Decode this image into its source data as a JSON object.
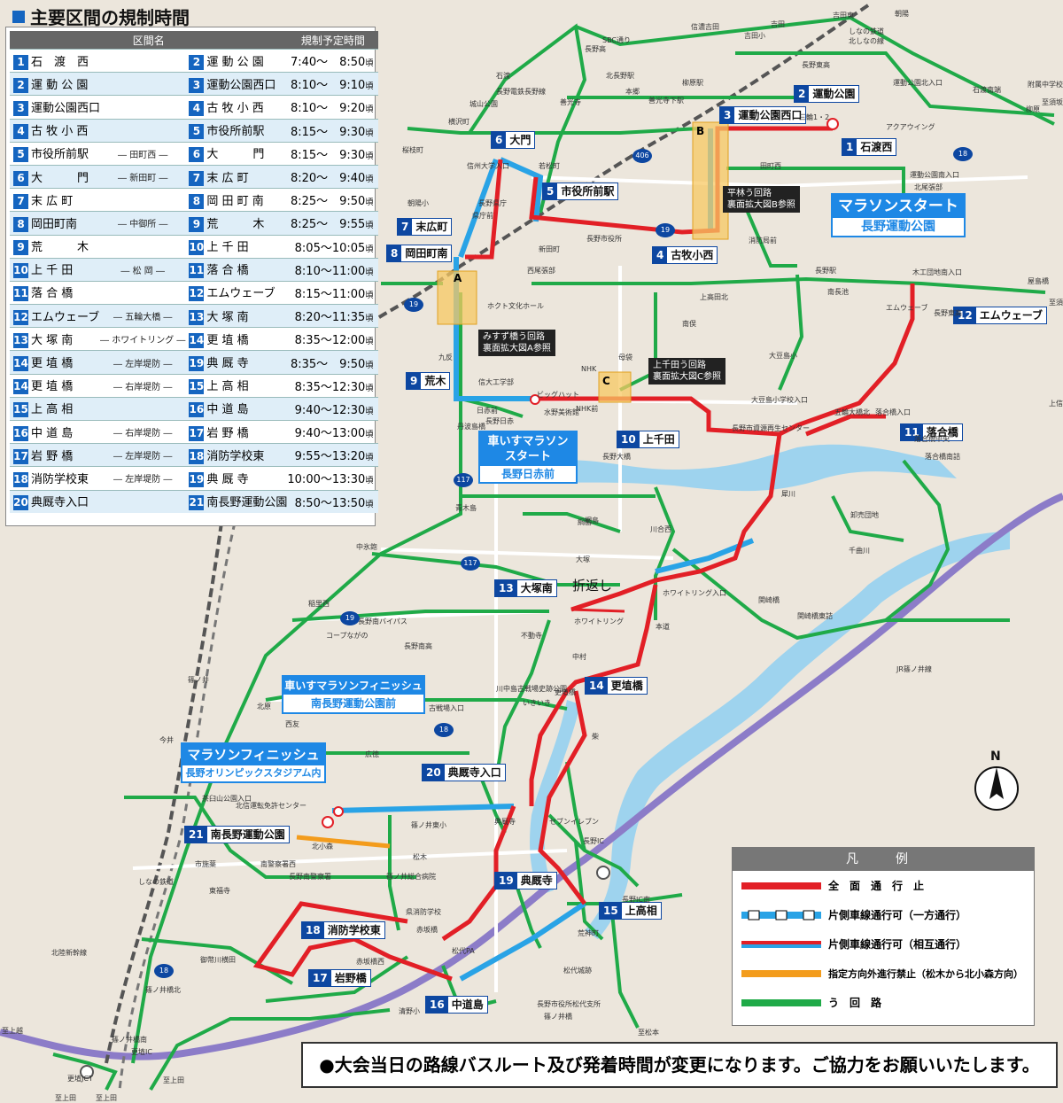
{
  "title": "主要区間の規制時間",
  "table": {
    "headers": [
      "区間名",
      "規制予定時間"
    ],
    "rows": [
      {
        "from_no": "1",
        "from": "石　渡　西",
        "via": "",
        "to_no": "2",
        "to": "運 動 公 園",
        "time": "7:40～　8:50",
        "unit": "頃"
      },
      {
        "from_no": "2",
        "from": "運 動 公 園",
        "via": "",
        "to_no": "3",
        "to": "運動公園西口",
        "time": "8:10～　9:10",
        "unit": "頃"
      },
      {
        "from_no": "3",
        "from": "運動公園西口",
        "via": "",
        "to_no": "4",
        "to": "古 牧 小 西",
        "time": "8:10～　9:20",
        "unit": "頃"
      },
      {
        "from_no": "4",
        "from": "古 牧 小 西",
        "via": "",
        "to_no": "5",
        "to": "市役所前駅",
        "time": "8:15～　9:30",
        "unit": "頃"
      },
      {
        "from_no": "5",
        "from": "市役所前駅",
        "via": "― 田町西 ―",
        "to_no": "6",
        "to": "大　　　門",
        "time": "8:15～　9:30",
        "unit": "頃"
      },
      {
        "from_no": "6",
        "from": "大　　　門",
        "via": "― 新田町 ―",
        "to_no": "7",
        "to": "末 広 町",
        "time": "8:20～　9:40",
        "unit": "頃"
      },
      {
        "from_no": "7",
        "from": "末 広 町",
        "via": "",
        "to_no": "8",
        "to": "岡 田 町 南",
        "time": "8:25～　9:50",
        "unit": "頃"
      },
      {
        "from_no": "8",
        "from": "岡田町南",
        "via": "― 中御所 ―",
        "to_no": "9",
        "to": "荒　　　木",
        "time": "8:25～　9:55",
        "unit": "頃"
      },
      {
        "from_no": "9",
        "from": "荒　　　木",
        "via": "",
        "to_no": "10",
        "to": "上 千 田",
        "time": "8:05～10:05",
        "unit": "頃"
      },
      {
        "from_no": "10",
        "from": "上 千 田",
        "via": "― 松 岡 ―",
        "to_no": "11",
        "to": "落 合 橋",
        "time": "8:10～11:00",
        "unit": "頃"
      },
      {
        "from_no": "11",
        "from": "落 合 橋",
        "via": "",
        "to_no": "12",
        "to": "エムウェーブ",
        "time": "8:15～11:00",
        "unit": "頃"
      },
      {
        "from_no": "12",
        "from": "エムウェーブ",
        "via": "― 五輪大橋 ―",
        "to_no": "13",
        "to": "大 塚 南",
        "time": "8:20～11:35",
        "unit": "頃"
      },
      {
        "from_no": "13",
        "from": "大 塚 南",
        "via": "― ホワイトリング ―",
        "to_no": "14",
        "to": "更 埴 橋",
        "time": "8:35～12:00",
        "unit": "頃"
      },
      {
        "from_no": "14",
        "from": "更 埴 橋",
        "via": "― 左岸堤防 ―",
        "to_no": "19",
        "to": "典 厩 寺",
        "time": "8:35～　9:50",
        "unit": "頃"
      },
      {
        "from_no": "14",
        "from": "更 埴 橋",
        "via": "― 右岸堤防 ―",
        "to_no": "15",
        "to": "上 高 相",
        "time": "8:35～12:30",
        "unit": "頃"
      },
      {
        "from_no": "15",
        "from": "上 高 相",
        "via": "",
        "to_no": "16",
        "to": "中 道 島",
        "time": "9:40～12:30",
        "unit": "頃"
      },
      {
        "from_no": "16",
        "from": "中 道 島",
        "via": "― 右岸堤防 ―",
        "to_no": "17",
        "to": "岩 野 橋",
        "time": "9:40～13:00",
        "unit": "頃"
      },
      {
        "from_no": "17",
        "from": "岩 野 橋",
        "via": "― 左岸堤防 ―",
        "to_no": "18",
        "to": "消防学校東",
        "time": "9:55～13:20",
        "unit": "頃"
      },
      {
        "from_no": "18",
        "from": "消防学校東",
        "via": "― 左岸堤防 ―",
        "to_no": "19",
        "to": "典 厩 寺",
        "time": "10:00～13:30",
        "unit": "頃"
      },
      {
        "from_no": "20",
        "from": "典厩寺入口",
        "via": "",
        "to_no": "21",
        "to": "南長野運動公園",
        "time": "8:50～13:50",
        "unit": "頃"
      }
    ]
  },
  "points": [
    {
      "no": "1",
      "name": "石渡西"
    },
    {
      "no": "2",
      "name": "運動公園"
    },
    {
      "no": "3",
      "name": "運動公園西口"
    },
    {
      "no": "4",
      "name": "古牧小西"
    },
    {
      "no": "5",
      "name": "市役所前駅"
    },
    {
      "no": "6",
      "name": "大門"
    },
    {
      "no": "7",
      "name": "末広町"
    },
    {
      "no": "8",
      "name": "岡田町南"
    },
    {
      "no": "9",
      "name": "荒木"
    },
    {
      "no": "10",
      "name": "上千田"
    },
    {
      "no": "11",
      "name": "落合橋"
    },
    {
      "no": "12",
      "name": "エムウェーブ"
    },
    {
      "no": "13",
      "name": "大塚南"
    },
    {
      "no": "14",
      "name": "更埴橋"
    },
    {
      "no": "15",
      "name": "上高相"
    },
    {
      "no": "16",
      "name": "中道島"
    },
    {
      "no": "17",
      "name": "岩野橋"
    },
    {
      "no": "18",
      "name": "消防学校東"
    },
    {
      "no": "19",
      "name": "典厩寺"
    },
    {
      "no": "20",
      "name": "典厩寺入口"
    },
    {
      "no": "21",
      "name": "南長野運動公園"
    }
  ],
  "callouts": {
    "marathon_start": {
      "title": "マラソンスタート",
      "sub": "長野運動公園"
    },
    "wheelchair_start": {
      "title": "車いすマラソン\nスタート",
      "sub": "長野日赤前"
    },
    "wheelchair_finish": {
      "title": "車いすマラソンフィニッシュ",
      "sub": "南長野運動公園前"
    },
    "marathon_finish": {
      "title": "マラソンフィニッシュ",
      "sub": "長野オリンピックスタジアム内"
    },
    "detour_a": "みすず橋う回路\n裏面拡大図A参照",
    "detour_b": "平林う回路\n裏面拡大図B参照",
    "detour_c": "上千田う回路\n裏面拡大図C参照",
    "turn": "折返し"
  },
  "place_labels": [
    "長野高",
    "SBC通り",
    "信濃吉田",
    "吉田小",
    "吉田",
    "朝陽",
    "吉田東",
    "しなの鉄道\n北しなの線",
    "長野東高",
    "運動公園北入口",
    "石渡南端",
    "附属中学校",
    "柳原",
    "柳原駅",
    "北長野駅",
    "本郷",
    "長野電鉄長野線",
    "善光寺",
    "善光寺下駅",
    "三輪1・2",
    "アクアウイング",
    "石渡",
    "城山公園",
    "横沢町",
    "桜枝町",
    "信州大学入口",
    "若松町",
    "田町西",
    "運動公園南入口",
    "北尾張部",
    "木工団地入口",
    "朝陽小",
    "長野県庁",
    "県庁前",
    "新田町",
    "長野市役所",
    "消防局前",
    "西尾張部",
    "長野駅",
    "南長池",
    "木工団地南入口",
    "エムウェーブ",
    "長野東高",
    "屋島橋",
    "ホクト文化ホール",
    "上高田北",
    "南俣",
    "九反",
    "NHK",
    "母袋",
    "大豆島小",
    "信大工学部",
    "ビッグハット",
    "日赤前",
    "長野日赤",
    "水野美術館",
    "NHK前",
    "大豆島小学校入口",
    "五輪大橋北",
    "落合橋入口",
    "長野市資源再生センター",
    "落合橋中央",
    "落合橋南詰",
    "卸売団地",
    "丹波島橋",
    "青木島",
    "網島",
    "長野大橋",
    "犀川",
    "川合西",
    "千曲川",
    "中氷鉋",
    "大塚",
    "綱島",
    "ホワイトリング入口",
    "ホワイトリング",
    "本道",
    "関崎橋",
    "関崎橋東詰",
    "稲里西",
    "長野南バイパス",
    "コープながの",
    "長野南高",
    "不動寺",
    "中村",
    "更埴橋",
    "いきいき",
    "北原",
    "西友",
    "古戦場入口",
    "川中島古戦場史跡公園",
    "柴",
    "広徳",
    "茶臼山公園入口",
    "北信運転免許センター",
    "篠ノ井東小",
    "典厩寺",
    "セブンイレブン",
    "長野IC",
    "長野IC南",
    "北小森",
    "松木",
    "市施薬",
    "南警察署西",
    "長野南警察署",
    "篠ノ井総合病院",
    "東福寺",
    "県消防学校",
    "赤坂橋",
    "荒神町",
    "松代PA",
    "松代城跡",
    "御幣川横田",
    "篠ノ井橋北",
    "赤坂橋西",
    "清野小",
    "長野市役所松代支所",
    "篠ノ井橋",
    "篠ノ井橋南",
    "更埴IC",
    "更埴JCT",
    "至上田",
    "至上田",
    "至上田",
    "至松本",
    "至上越",
    "至須坂",
    "至須坂",
    "上信越自動車道",
    "JR篠ノ井線",
    "しなの鉄道",
    "北陸新幹線",
    "今井",
    "篠ノ井"
  ],
  "route_numbers": [
    "406",
    "19",
    "18",
    "117",
    "117",
    "19",
    "18",
    "18",
    "19"
  ],
  "legend": {
    "title": "凡　例",
    "items": [
      {
        "label": "全　面　通　行　止",
        "color": "#e21f26"
      },
      {
        "label": "片側車線通行可（一方通行）",
        "color": "#29a3e6"
      },
      {
        "label": "片側車線通行可（相互通行）",
        "color": "#e21f26"
      },
      {
        "label": "指定方向外進行禁止（松木から北小森方向）",
        "color": "#f39c1c"
      },
      {
        "label": "う　回　路",
        "color": "#1faa48"
      }
    ]
  },
  "notice": "●大会当日の路線バスルート及び発着時間が変更になります。ご協力をお願いいたします。",
  "north": "N",
  "detour_tags": [
    "A",
    "B",
    "C"
  ],
  "colors": {
    "closed": "#e21f26",
    "oneway": "#29a3e6",
    "detour": "#1faa48",
    "banned": "#f39c1c",
    "badge": "#0d47a1"
  }
}
